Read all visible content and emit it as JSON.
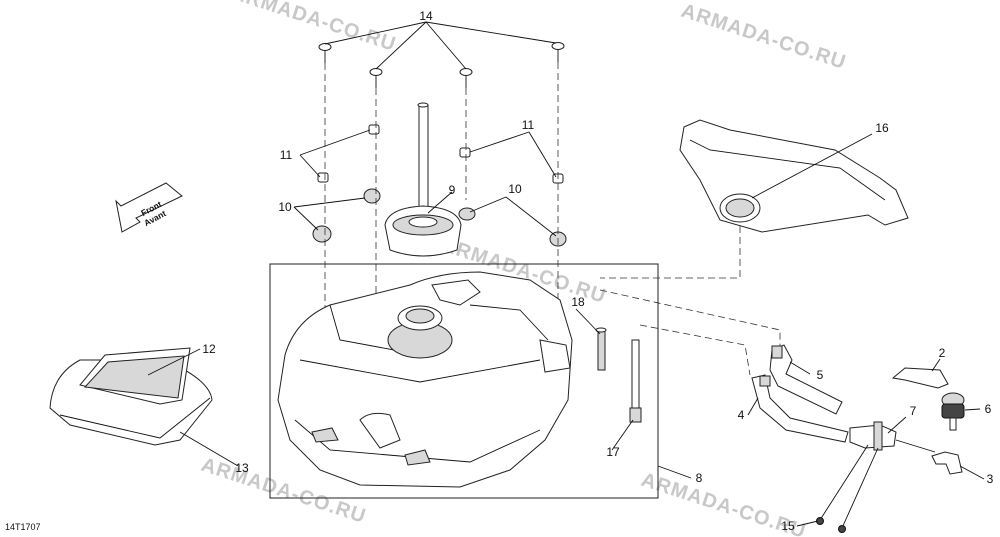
{
  "diagram": {
    "drawing_code": "14T1707",
    "watermark_text": "ARMADA-CO.RU",
    "direction_arrow": {
      "line1": "Front",
      "line2": "Avant"
    },
    "callouts": [
      "14",
      "11",
      "11",
      "10",
      "10",
      "9",
      "16",
      "12",
      "13",
      "18",
      "17",
      "8",
      "5",
      "4",
      "2",
      "6",
      "7",
      "3",
      "15"
    ]
  }
}
